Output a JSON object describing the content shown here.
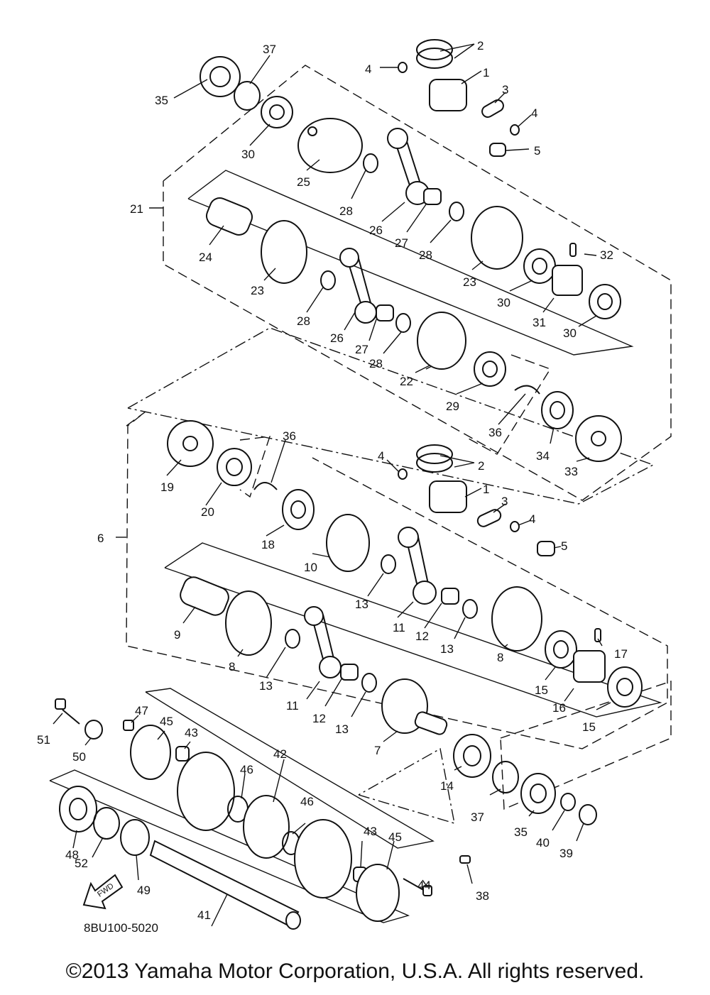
{
  "diagram": {
    "drawing_code": "8BU100-5020",
    "fwd_arrow_label": "FWD",
    "callouts": [
      "1",
      "2",
      "3",
      "4",
      "5",
      "6",
      "7",
      "8",
      "9",
      "10",
      "11",
      "12",
      "13",
      "14",
      "15",
      "16",
      "17",
      "18",
      "19",
      "20",
      "21",
      "22",
      "23",
      "24",
      "25",
      "26",
      "27",
      "28",
      "29",
      "30",
      "31",
      "32",
      "33",
      "34",
      "35",
      "36",
      "37",
      "38",
      "39",
      "40",
      "41",
      "42",
      "43",
      "44",
      "45",
      "46",
      "47",
      "48",
      "49",
      "50",
      "51",
      "52"
    ]
  },
  "footer": {
    "copyright": "©2013 Yamaha Motor Corporation, U.S.A. All rights reserved."
  }
}
